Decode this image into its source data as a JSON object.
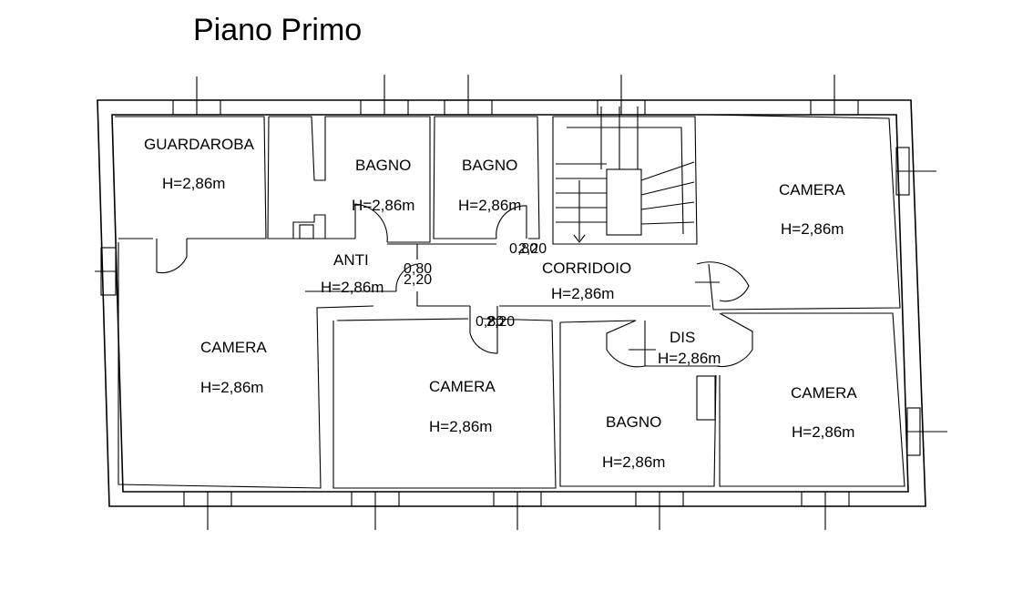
{
  "title": "Piano Primo",
  "rooms": [
    {
      "name": "GUARDAROBA",
      "height": "H=2,86m"
    },
    {
      "name": "BAGNO",
      "height": "H=2,86m"
    },
    {
      "name": "BAGNO",
      "height": "H=2,86m"
    },
    {
      "name": "CAMERA",
      "height": "H=2,86m"
    },
    {
      "name": "ANTI",
      "height": "H=2,86m"
    },
    {
      "name": "CORRIDOIO",
      "height": "H=2,86m"
    },
    {
      "name": "CAMERA",
      "height": "H=2,86m"
    },
    {
      "name": "CAMERA",
      "height": "H=2,86m"
    },
    {
      "name": "DIS",
      "height": "H=2,86m"
    },
    {
      "name": "BAGNO",
      "height": "H=2,86m"
    },
    {
      "name": "CAMERA",
      "height": "H=2,86m"
    }
  ],
  "door_dimensions": [
    "0,80",
    "2,20",
    "0,80",
    "2,20",
    "0,80",
    "2,20"
  ]
}
